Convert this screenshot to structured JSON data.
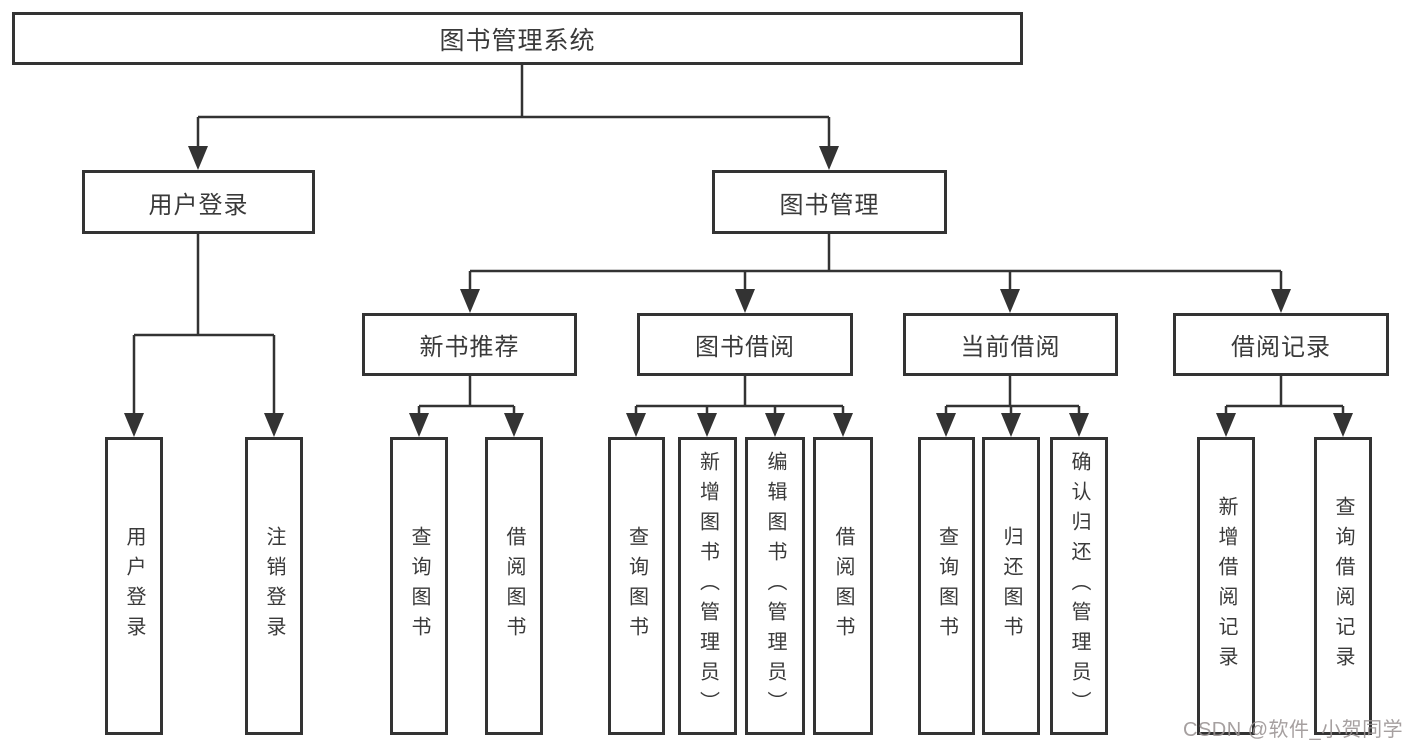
{
  "tree": {
    "root": {
      "label": "图书管理系统",
      "children": [
        {
          "label": "用户登录",
          "children": [
            {
              "label": "用户登录"
            },
            {
              "label": "注销登录"
            }
          ]
        },
        {
          "label": "图书管理",
          "children": [
            {
              "label": "新书推荐",
              "children": [
                {
                  "label": "查询图书"
                },
                {
                  "label": "借阅图书"
                }
              ]
            },
            {
              "label": "图书借阅",
              "children": [
                {
                  "label": "查询图书"
                },
                {
                  "label": "新增图书（管理员）"
                },
                {
                  "label": "编辑图书（管理员）"
                },
                {
                  "label": "借阅图书"
                }
              ]
            },
            {
              "label": "当前借阅",
              "children": [
                {
                  "label": "查询图书"
                },
                {
                  "label": "归还图书"
                },
                {
                  "label": "确认归还（管理员）"
                }
              ]
            },
            {
              "label": "借阅记录",
              "children": [
                {
                  "label": "新增借阅记录"
                },
                {
                  "label": "查询借阅记录"
                }
              ]
            }
          ]
        }
      ]
    }
  },
  "watermark": {
    "text": "CSDN @软件_小贺同学"
  },
  "colors": {
    "line": "#333333",
    "text": "#3a3a3a",
    "box_background": "#ffffff",
    "page_background": "#ffffff",
    "watermark": "#9a9393"
  }
}
